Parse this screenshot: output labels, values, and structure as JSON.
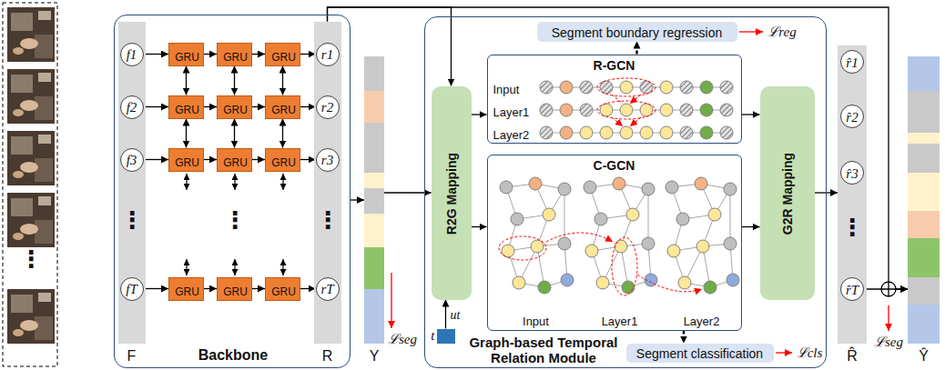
{
  "diagram": {
    "nodes": [
      {
        "text": [
          "Backbone"
        ]
      },
      {
        "text": [
          "F"
        ],
        "in": 0
      },
      {
        "text": [
          "f1"
        ],
        "in": 1
      },
      {
        "text": [
          "f2"
        ],
        "in": 1
      },
      {
        "text": [
          "f3"
        ],
        "in": 1
      },
      {
        "text": [
          "fT"
        ],
        "in": 1
      },
      {
        "text": [
          "GRU"
        ],
        "in": 0
      },
      {
        "text": [
          "GRU"
        ],
        "in": 0
      },
      {
        "text": [
          "GRU"
        ],
        "in": 0
      },
      {
        "text": [
          "GRU"
        ],
        "in": 0
      },
      {
        "text": [
          "GRU"
        ],
        "in": 0
      },
      {
        "text": [
          "GRU"
        ],
        "in": 0
      },
      {
        "text": [
          "GRU"
        ],
        "in": 0
      },
      {
        "text": [
          "GRU"
        ],
        "in": 0
      },
      {
        "text": [
          "GRU"
        ],
        "in": 0
      },
      {
        "text": [
          "GRU"
        ],
        "in": 0
      },
      {
        "text": [
          "GRU"
        ],
        "in": 0
      },
      {
        "text": [
          "GRU"
        ],
        "in": 0
      },
      {
        "text": [
          "R"
        ],
        "in": 0
      },
      {
        "text": [
          "r1"
        ],
        "in": 18
      },
      {
        "text": [
          "r2"
        ],
        "in": 18
      },
      {
        "text": [
          "r3"
        ],
        "in": 18
      },
      {
        "text": [
          "rT"
        ],
        "in": 18
      },
      {
        "text": [
          "Y"
        ]
      },
      {
        "text": [
          "Graph-based Temporal Relation Module"
        ]
      },
      {
        "text": [
          "Segment boundary regression"
        ],
        "in": 24
      },
      {
        "text": [
          "R2G Mapping"
        ],
        "in": 24
      },
      {
        "text": [
          "t"
        ],
        "in": 24
      },
      {
        "text": [
          "R-GCN",
          "Input",
          "Layer1",
          "Layer2"
        ],
        "in": 24
      },
      {
        "text": [
          "C-GCN",
          "Input",
          "Layer1",
          "Layer2"
        ],
        "in": 24
      },
      {
        "text": [
          "G2R Mapping"
        ],
        "in": 24
      },
      {
        "text": [
          "Segment classification"
        ],
        "in": 24
      },
      {
        "text": [
          "R̂"
        ]
      },
      {
        "text": [
          "r̂1"
        ],
        "in": 32
      },
      {
        "text": [
          "r̂2"
        ],
        "in": 32
      },
      {
        "text": [
          "r̂3"
        ],
        "in": 32
      },
      {
        "text": [
          "r̂T"
        ],
        "in": 32
      },
      {
        "text": [
          "Ŷ"
        ]
      }
    ],
    "edges": [
      {
        "from": 2,
        "to": 6,
        "arrow": "to"
      },
      {
        "from": 6,
        "to": 7,
        "arrow": "to"
      },
      {
        "from": 7,
        "to": 8,
        "arrow": "to"
      },
      {
        "from": 8,
        "to": 19,
        "arrow": "to"
      },
      {
        "from": 3,
        "to": 9,
        "arrow": "to"
      },
      {
        "from": 9,
        "to": 10,
        "arrow": "to"
      },
      {
        "from": 10,
        "to": 11,
        "arrow": "to"
      },
      {
        "from": 11,
        "to": 20,
        "arrow": "to"
      },
      {
        "from": 4,
        "to": 12,
        "arrow": "to"
      },
      {
        "from": 12,
        "to": 13,
        "arrow": "to"
      },
      {
        "from": 13,
        "to": 14,
        "arrow": "to"
      },
      {
        "from": 14,
        "to": 21,
        "arrow": "to"
      },
      {
        "from": 5,
        "to": 15,
        "arrow": "to"
      },
      {
        "from": 15,
        "to": 16,
        "arrow": "to"
      },
      {
        "from": 16,
        "to": 17,
        "arrow": "to"
      },
      {
        "from": 17,
        "to": 22,
        "arrow": "to"
      },
      {
        "from": 6,
        "to": 9,
        "arrow": "both"
      },
      {
        "from": 7,
        "to": 10,
        "arrow": "both"
      },
      {
        "from": 8,
        "to": 11,
        "arrow": "both"
      },
      {
        "from": 9,
        "to": 12,
        "arrow": "both"
      },
      {
        "from": 10,
        "to": 13,
        "arrow": "both"
      },
      {
        "from": 11,
        "to": 14,
        "arrow": "both"
      },
      {
        "from": 0,
        "to": 23,
        "arrow": "to"
      },
      {
        "from": 23,
        "to": 26,
        "arrow": "to"
      },
      {
        "from": 18,
        "to": 26,
        "arrow": "to"
      },
      {
        "from": 27,
        "to": 26,
        "arrow": "to",
        "label": "ut"
      },
      {
        "from": 26,
        "to": 28,
        "arrow": "to"
      },
      {
        "from": 26,
        "to": 29,
        "arrow": "to"
      },
      {
        "from": 28,
        "to": 25,
        "arrow": "to"
      },
      {
        "from": 28,
        "to": 30,
        "arrow": "to"
      },
      {
        "from": 29,
        "to": 30,
        "arrow": "to"
      },
      {
        "from": 29,
        "to": 31,
        "arrow": "to"
      },
      {
        "from": 30,
        "to": 32,
        "arrow": "to"
      },
      {
        "from": 32,
        "to": 37,
        "arrow": "to"
      },
      {
        "from": 18,
        "to": 37,
        "arrow": "to"
      }
    ],
    "labels": [
      "⋮",
      "⋮",
      "⋮",
      "⋮",
      "⋮",
      "ℒseg",
      "ℒreg",
      "ℒcls",
      "ℒseg"
    ]
  }
}
